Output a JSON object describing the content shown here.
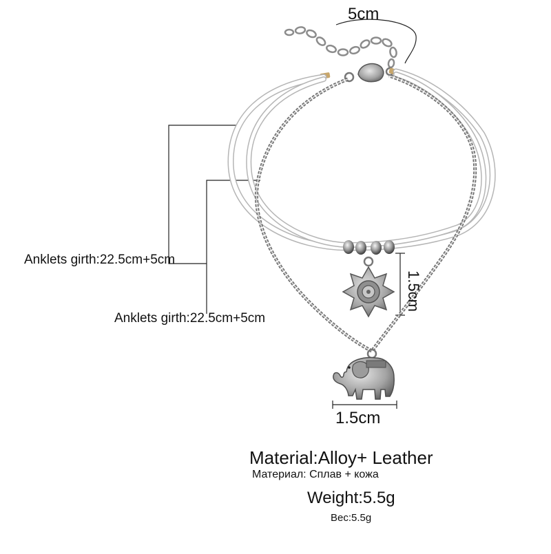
{
  "labels": {
    "chain_extension": "5cm",
    "girth_outer": "Anklets girth:22.5cm+5cm",
    "girth_inner": "Anklets girth:22.5cm+5cm",
    "sun_charm_size": "1.5cm",
    "elephant_charm_size": "1.5cm",
    "material": "Material:Alloy+ Leather",
    "material_ru": "Материал: Сплав + кожа",
    "weight": "Weight:5.5g",
    "weight_ru": "Вес:5.5g"
  },
  "colors": {
    "background": "#ffffff",
    "cord": "#ffffff",
    "cord_edge": "#b9b9b9",
    "chain": "#8e8e8e",
    "charm_silver": "#a9a9a9",
    "text": "#111111"
  }
}
